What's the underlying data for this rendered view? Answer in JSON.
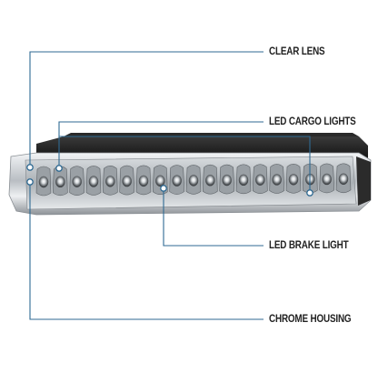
{
  "callouts": {
    "clear_lens": "CLEAR LENS",
    "led_cargo_lights": "LED CARGO LIGHTS",
    "led_brake_light": "LED BRAKE LIGHT",
    "chrome_housing": "CHROME HOUSING"
  },
  "product": {
    "led_count": 19
  },
  "colors": {
    "leader_line": "#2f6a93",
    "dot": "#2f6a93",
    "label_text": "#222222",
    "housing_dark": "#1c1c1c",
    "chrome": "#c8ccd0"
  }
}
